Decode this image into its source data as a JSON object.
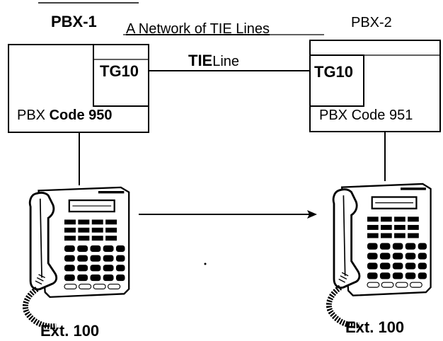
{
  "diagram": {
    "title": "A Network of TIE Lines",
    "link_label_bold": "TIE",
    "link_label_rest": "Line",
    "pbx1": {
      "name": "PBX-1",
      "trunk_group": "TG10",
      "code_prefix": "PBX ",
      "code_bold": "Code 950",
      "extension": "Ext. 100"
    },
    "pbx2": {
      "name": "PBX-2",
      "trunk_group": "TG10",
      "code": "PBX Code 951",
      "extension": "Ext. 100"
    },
    "icons": {
      "phone_left": "telephone-icon",
      "phone_right": "telephone-icon",
      "call_arrow": "arrow-right-icon"
    },
    "colors": {
      "ink": "#000000",
      "background": "#ffffff"
    }
  }
}
